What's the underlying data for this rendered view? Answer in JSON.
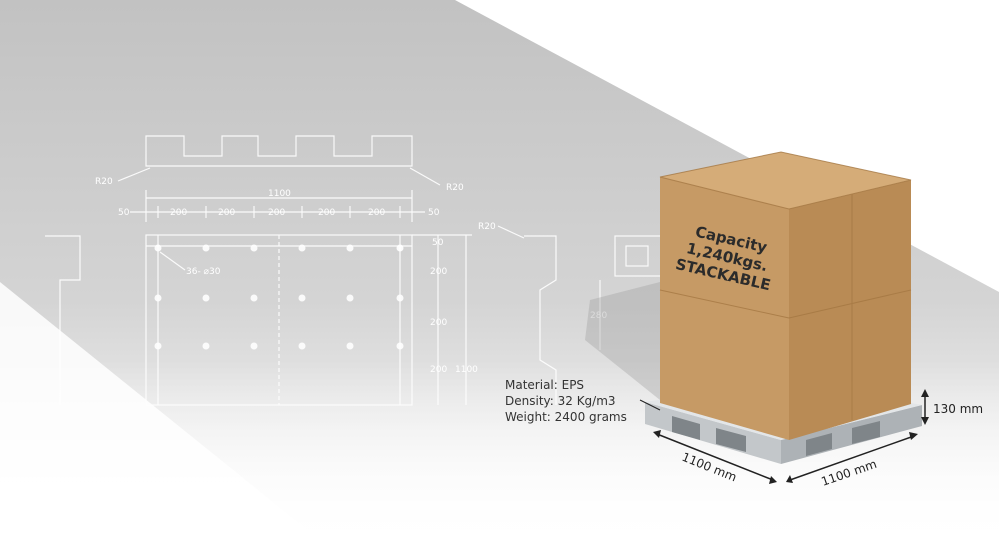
{
  "drawing": {
    "dims_overall": "1100",
    "radius_left": "R20",
    "radius_right": "R20",
    "radius_side": "R20",
    "edge_left": "50",
    "edge_right": "50",
    "spacing": [
      "200",
      "200",
      "200",
      "200",
      "200"
    ],
    "hole_note": "36- ⌀30",
    "vertical_dims": [
      "50",
      "200",
      "200",
      "200"
    ],
    "vertical_overall": "1100",
    "side_height": "280"
  },
  "box": {
    "line1": "Capacity",
    "line2": "1,240kgs.",
    "line3": "STACKABLE",
    "color_front": "#c69a65",
    "color_right": "#b98b55",
    "color_top": "#d5ac78"
  },
  "specs": {
    "material": "Material: EPS",
    "density": "Density: 32 Kg/m3",
    "weight": "Weight: 2400 grams"
  },
  "dimensions": {
    "height": "130 mm",
    "length_left": "1100 mm",
    "length_right": "1100 mm"
  }
}
